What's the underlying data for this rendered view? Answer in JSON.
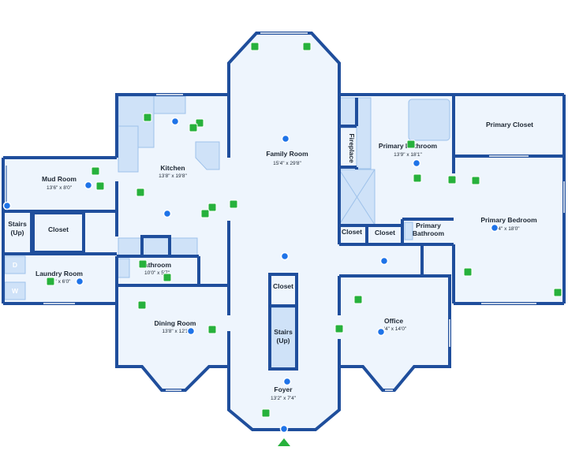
{
  "rooms": {
    "family_room": {
      "name": "Family Room",
      "dim": "15'4\" x 29'8\""
    },
    "kitchen": {
      "name": "Kitchen",
      "dim": "13'8\" x 19'8\""
    },
    "mud_room": {
      "name": "Mud Room",
      "dim": "13'6\" x 8'0\""
    },
    "stairs_up_left": {
      "name": "Stairs",
      "sub": "(Up)"
    },
    "closet_left": {
      "name": "Closet"
    },
    "laundry": {
      "name": "Laundry Room",
      "dim": "' x 6'0\""
    },
    "bathroom": {
      "name": "athroom",
      "dim": "10'0\" x 5'7\""
    },
    "dining": {
      "name": "Dining Room",
      "dim": "13'8\" x 12'1"
    },
    "closet_center": {
      "name": "Closet"
    },
    "stairs_center": {
      "name": "Stairs",
      "sub": "(Up)"
    },
    "foyer": {
      "name": "Foyer",
      "dim": "13'2\" x 7'4\""
    },
    "fireplace": {
      "name": "Fireplace"
    },
    "primary_bath_top": {
      "name": "Primary Bathroom",
      "dim": "13'9\" x 18'1\""
    },
    "primary_closet": {
      "name": "Primary Closet"
    },
    "primary_bedroom": {
      "name": "Primary Bedroom",
      "dim": "4\" x 18'0\""
    },
    "closet_a": {
      "name": "Closet"
    },
    "closet_b": {
      "name": "Closet"
    },
    "primary_bath_small": {
      "name": "Primary",
      "sub": "Bathroom"
    },
    "office": {
      "name": "Office",
      "dim": "'4\" x 14'0\""
    }
  },
  "appliance_labels": {
    "dryer": "D",
    "washer": "W"
  },
  "colors": {
    "wall": "#1f4e9c",
    "fill": "#eef5fd",
    "blue_marker": "#1e73e8",
    "green_marker": "#27b13c"
  }
}
